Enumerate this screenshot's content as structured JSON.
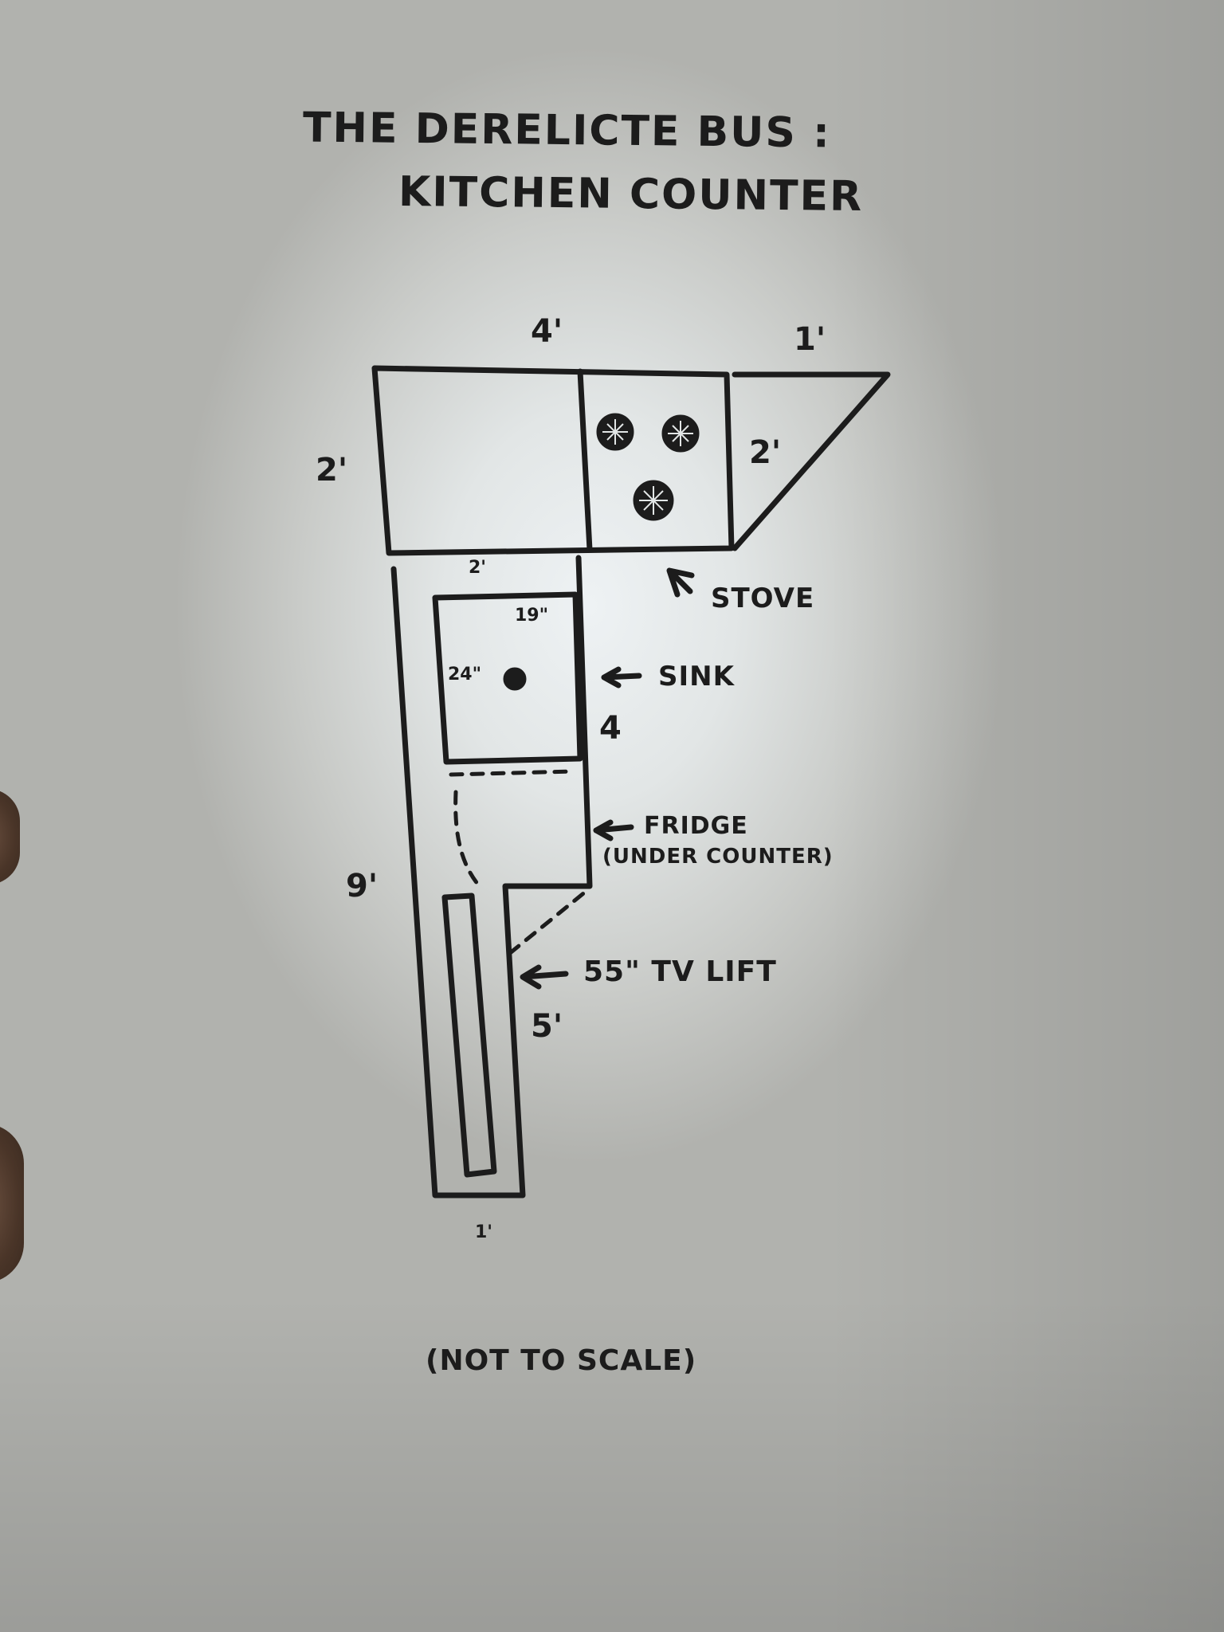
{
  "title": {
    "line1": "THE DERELICTE BUS :",
    "line2": "KITCHEN COUNTER"
  },
  "dimensions": {
    "top_width": "4'",
    "wedge_top": "1'",
    "left_depth": "2'",
    "wedge_depth": "2'",
    "arm_top": "2'",
    "sink_width": "19\"",
    "sink_depth": "24\"",
    "arm_mid": "4",
    "total_length": "9'",
    "tv_section": "5'",
    "bottom_width": "1'"
  },
  "labels": {
    "stove": "STOVE",
    "sink": "SINK",
    "fridge_line1": "FRIDGE",
    "fridge_line2": "(UNDER COUNTER)",
    "tv_lift": "55\" TV LIFT"
  },
  "note": "(NOT TO SCALE)",
  "colors": {
    "ink": "#1c1c1c",
    "paper": "#e2e6e6"
  }
}
